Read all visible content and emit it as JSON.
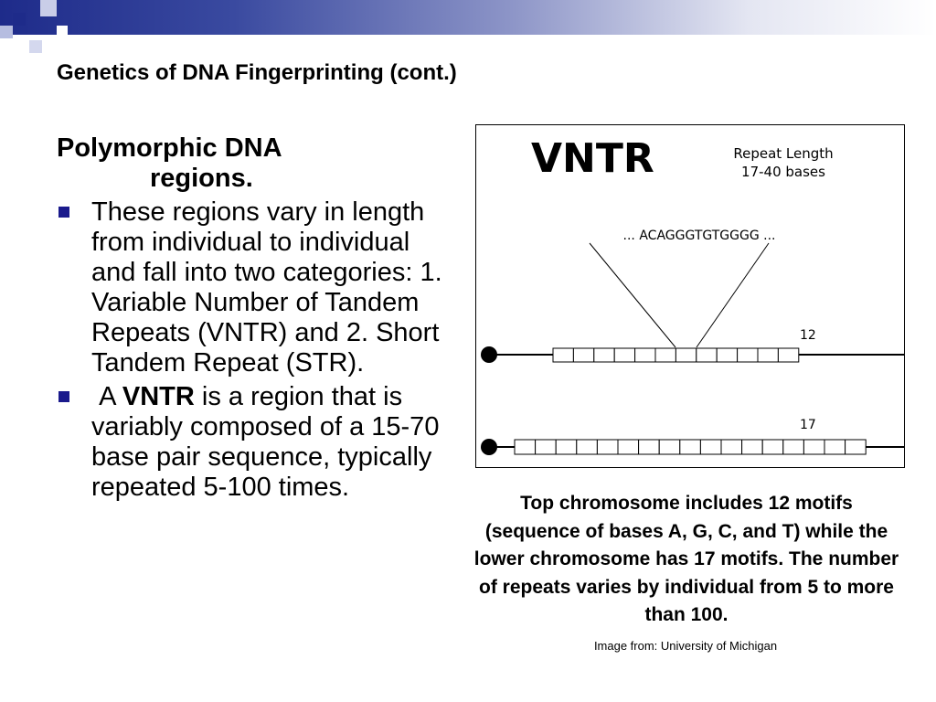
{
  "slide": {
    "title": "Genetics of DNA Fingerprinting (cont.)",
    "subhead_line1": "Polymorphic DNA",
    "subhead_line2": "regions.",
    "bullets": [
      {
        "text": " These regions vary in length from individual to individual and fall into two categories: 1. Variable Number of Tandem Repeats (VNTR) and 2. Short Tandem Repeat (STR)."
      },
      {
        "pre": " A ",
        "bold": "VNTR",
        "post": " is a region that is variably composed of a 15-70 base pair sequence, typically repeated 5-100 times."
      }
    ]
  },
  "figure": {
    "heading": "VNTR",
    "repeat_line1": "Repeat Length",
    "repeat_line2": "17-40 bases",
    "sequence": "... ACAGGGTGTGGGG ...",
    "top_chromosome_count": 12,
    "bottom_chromosome_count": 17,
    "top_label": "12",
    "bottom_label": "17"
  },
  "caption": "Top chromosome includes 12 motifs (sequence of bases A, G, C, and T) while the lower chromosome has 17 motifs. The number of repeats varies by individual from 5 to more than 100.",
  "credit": "Image from: University of Michigan",
  "colors": {
    "header_start": "#1e2b8a",
    "bullet": "#1a1a8c"
  }
}
